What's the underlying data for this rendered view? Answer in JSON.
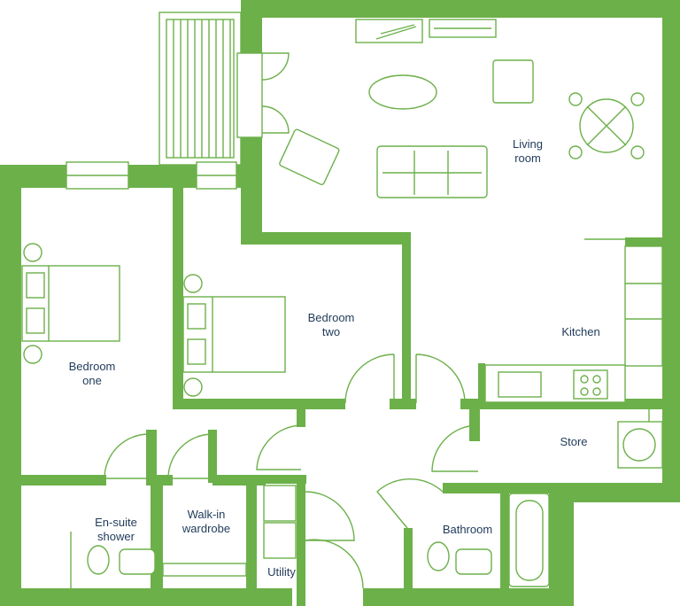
{
  "floorplan": {
    "colors": {
      "wall": "#6cb04a",
      "label": "#1f3a5a",
      "background": "#ffffff"
    },
    "rooms": {
      "living": [
        "Living",
        "room"
      ],
      "kitchen": [
        "Kitchen"
      ],
      "bedroom_two": [
        "Bedroom",
        "two"
      ],
      "bedroom_one": [
        "Bedroom",
        "one"
      ],
      "store": [
        "Store"
      ],
      "ensuite": [
        "En-suite",
        "shower"
      ],
      "walkin": [
        "Walk-in",
        "wardrobe"
      ],
      "bathroom": [
        "Bathroom"
      ],
      "utility": [
        "Utility"
      ]
    }
  }
}
